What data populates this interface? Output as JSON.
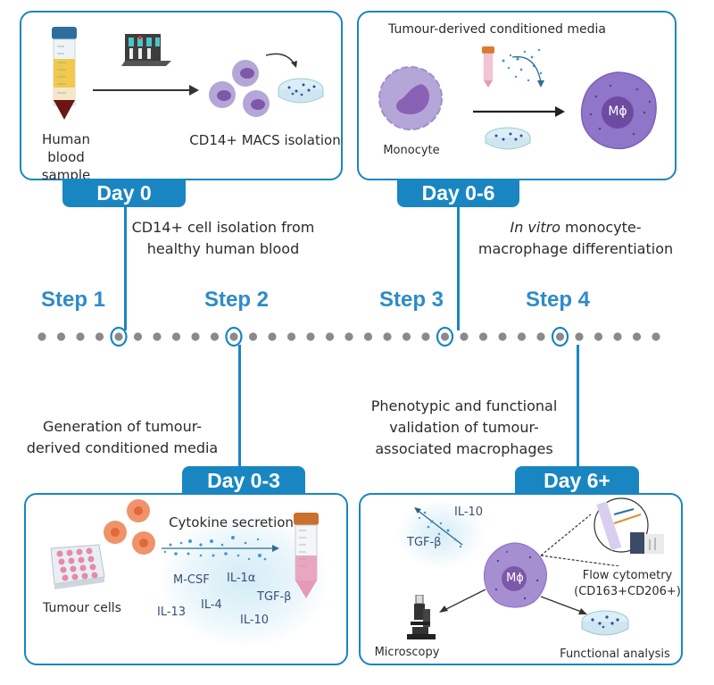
{
  "diagram": {
    "steps": [
      {
        "label": "Step 1",
        "day": "Day 0",
        "description_lines": [
          "CD14+ cell isolation from",
          "healthy human blood"
        ],
        "panel": {
          "labels": {
            "blood_sample": [
              "Human blood",
              "sample"
            ],
            "isolation": "CD14+ MACS isolation"
          }
        }
      },
      {
        "label": "Step 2",
        "day": "Day 0-3",
        "description_lines": [
          "Generation of tumour-",
          "derived conditioned media"
        ],
        "panel": {
          "labels": {
            "tumour_cells": "Tumour cells",
            "secretion": "Cytokine secretion"
          },
          "cytokines": [
            "M-CSF",
            "IL-1α",
            "TGF-β",
            "IL-13",
            "IL-4",
            "IL-10"
          ]
        }
      },
      {
        "label": "Step 3",
        "day": "Day 0-6",
        "description_italic": "In vitro",
        "description_lines": [
          " monocyte-",
          "macrophage differentiation"
        ],
        "panel": {
          "labels": {
            "media": "Tumour-derived conditioned media",
            "monocyte": "Monocyte",
            "macrophage": "Mϕ"
          }
        }
      },
      {
        "label": "Step 4",
        "day": "Day 6+",
        "description_lines": [
          "Phenotypic and functional",
          "validation of tumour-",
          "associated macrophages"
        ],
        "panel": {
          "labels": {
            "macrophage": "Mϕ",
            "il10": "IL-10",
            "tgfb": "TGF-β",
            "flow": [
              "Flow cytometry",
              "(CD163+CD206+)"
            ],
            "microscopy": "Microscopy",
            "functional": "Functional analysis"
          }
        }
      }
    ],
    "colors": {
      "accent": "#1a86c1",
      "step_text": "#2e8bc9",
      "timeline_dot": "#8a8a8a",
      "cell_purple": "#a58fd0",
      "nucleus_purple": "#7d58a8",
      "tumour_orange": "#f0926a",
      "tube_pink": "#e69ab8",
      "cytokine_text": "#3a4f7a"
    },
    "timeline": {
      "dot_count": 33,
      "highlighted_dot_indices": [
        4,
        10,
        21,
        27
      ]
    }
  }
}
